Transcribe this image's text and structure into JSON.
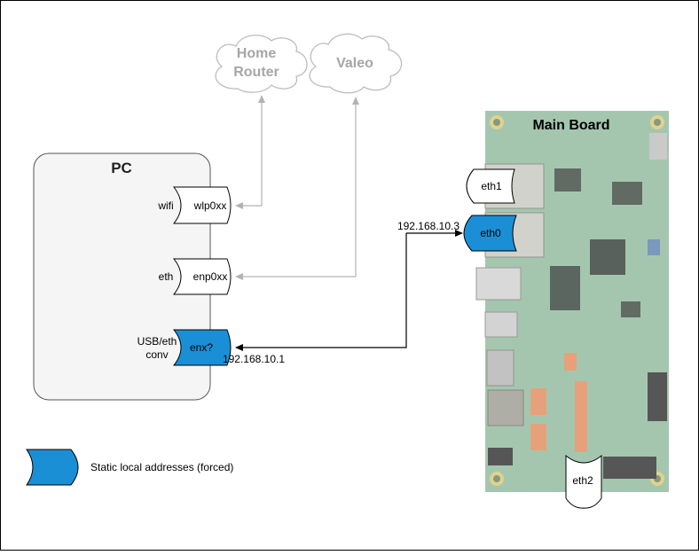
{
  "clouds": {
    "home_router_line1": "Home",
    "home_router_line2": "Router",
    "valeo": "Valeo"
  },
  "pc": {
    "title": "PC",
    "wifi_label": "wifi",
    "wifi_iface": "wlp0xx",
    "eth_label": "eth",
    "eth_iface": "enp0xx",
    "usb_label_line1": "USB/eth",
    "usb_label_line2": "conv",
    "usb_iface": "enx?",
    "usb_ip": "192.168.10.1"
  },
  "board": {
    "title": "Main Board",
    "eth1": "eth1",
    "eth0": "eth0",
    "eth0_ip": "192.168.10.3",
    "eth2": "eth2"
  },
  "legend": {
    "static_label": "Static local addresses (forced)"
  },
  "colors": {
    "static_fill": "#1b8fd6",
    "cloud_stroke": "#bdbdbd",
    "cloud_text": "#a6a6a6",
    "gray_link": "#b3b3b3",
    "pc_fill": "#f5f5f5",
    "board_green": "#8fb89a"
  }
}
